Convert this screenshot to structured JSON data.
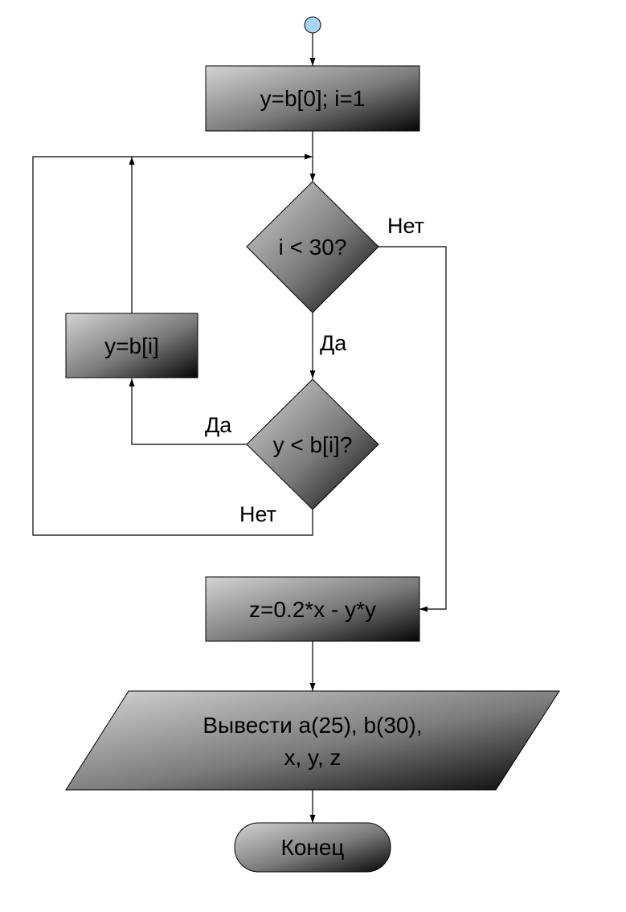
{
  "flowchart": {
    "start": "",
    "init": "y=b[0]; i=1",
    "cond_loop": "i < 30?",
    "cond_max": "y < b[i]?",
    "assign_max": "y=b[i]",
    "calc_z": "z=0.2*x - y*y",
    "output_line1": "Вывести a(25), b(30),",
    "output_line2": "x, y, z",
    "end": "Конец",
    "edge_loop_no": "Нет",
    "edge_loop_yes": "Да",
    "edge_max_yes": "Да",
    "edge_max_no": "Нет"
  },
  "colors": {
    "gradient_light": "#cfcfcf",
    "gradient_dark": "#000000",
    "start_fill": "#a8d4f5",
    "line": "#000000"
  }
}
